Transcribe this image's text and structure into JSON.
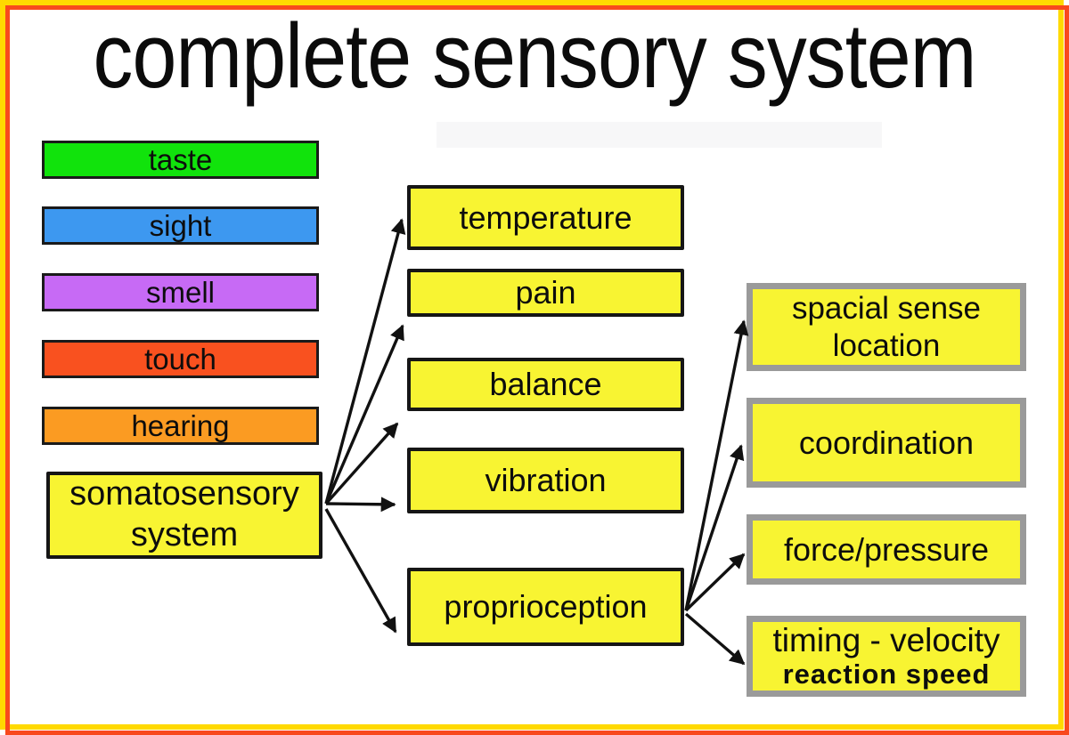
{
  "title": "complete sensory system",
  "border_colors": {
    "outer_yellow": "#ffd900",
    "inner_red": "#f8491d"
  },
  "box_colors": {
    "yellow_fill": "#f8f432",
    "black_border": "#1a1a1a",
    "gray_border": "#9a9a9a",
    "arrow": "#111111"
  },
  "sense_bars": [
    {
      "label": "taste",
      "color": "#11e30c"
    },
    {
      "label": "sight",
      "color": "#3d98f0"
    },
    {
      "label": "smell",
      "color": "#c76af5"
    },
    {
      "label": "touch",
      "color": "#f9511f"
    },
    {
      "label": "hearing",
      "color": "#fb9b22"
    }
  ],
  "hub_box": {
    "line1": "somatosensory",
    "line2": "system"
  },
  "mid_boxes": [
    {
      "label": "temperature"
    },
    {
      "label": "pain"
    },
    {
      "label": "balance"
    },
    {
      "label": "vibration"
    },
    {
      "label": "proprioception"
    }
  ],
  "right_boxes": [
    {
      "line1": "spacial sense",
      "line2": "location"
    },
    {
      "line1": "coordination"
    },
    {
      "line1": "force/pressure"
    },
    {
      "line1": "timing - velocity",
      "line2": "reaction speed"
    }
  ],
  "connections": [
    {
      "from": "somatosensory system",
      "to": "temperature"
    },
    {
      "from": "somatosensory system",
      "to": "pain"
    },
    {
      "from": "somatosensory system",
      "to": "balance"
    },
    {
      "from": "somatosensory system",
      "to": "vibration"
    },
    {
      "from": "somatosensory system",
      "to": "proprioception"
    },
    {
      "from": "proprioception",
      "to": "spacial sense location"
    },
    {
      "from": "proprioception",
      "to": "coordination"
    },
    {
      "from": "proprioception",
      "to": "force/pressure"
    },
    {
      "from": "proprioception",
      "to": "timing - velocity reaction speed"
    }
  ]
}
